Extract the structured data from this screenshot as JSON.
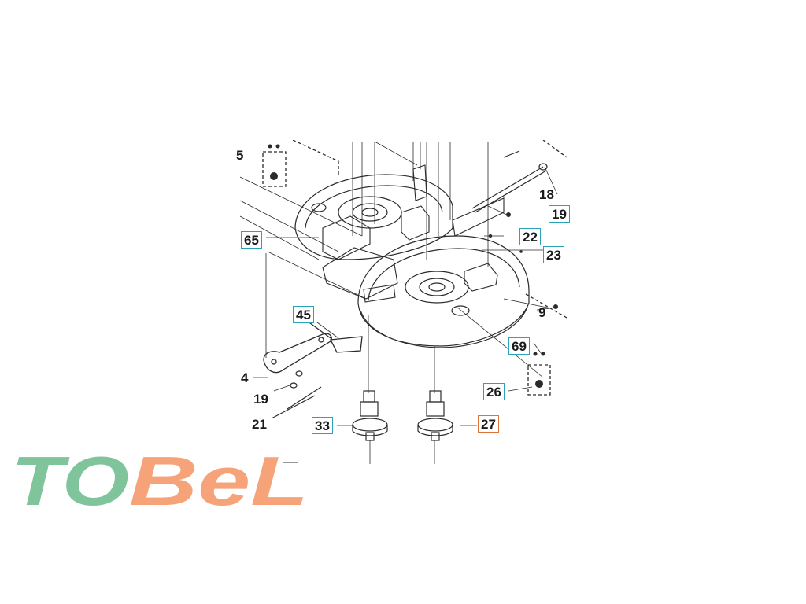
{
  "callouts": {
    "c18": "18",
    "c19a": "19",
    "c22": "22",
    "c23": "23",
    "c65": "65",
    "c9": "9",
    "c45": "45",
    "c69": "69",
    "c4": "4",
    "c19b": "19",
    "c26": "26",
    "c21": "21",
    "c33": "33",
    "c27": "27",
    "c5": "5"
  },
  "logo": {
    "part1": "TO",
    "part2": "BeL"
  },
  "colors": {
    "callout_border": "#2aa3b8",
    "callout_selected_border": "#d9743a",
    "logo_green": "#7fc49a",
    "logo_orange": "#f7a37a",
    "line_art": "#2b2b2b"
  }
}
